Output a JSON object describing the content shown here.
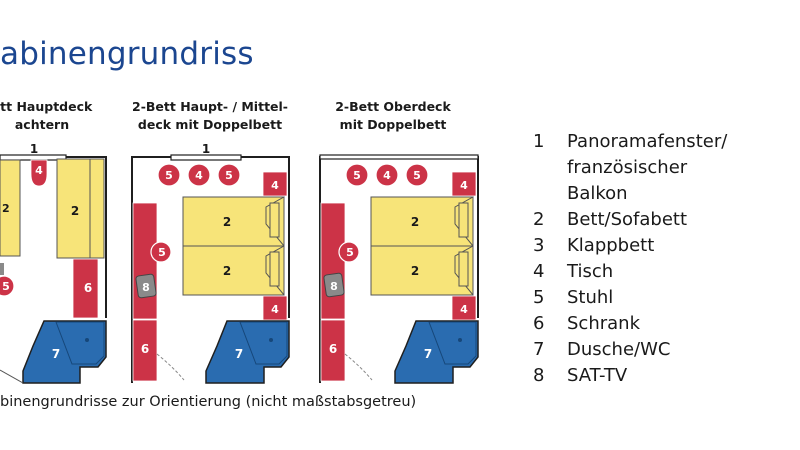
{
  "page_title": "abinengrundriss",
  "cabins": [
    {
      "title_lines": [
        "ett Hauptdeck",
        "achtern"
      ]
    },
    {
      "title_lines": [
        "2-Bett Haupt- / Mittel-",
        "deck mit Doppelbett"
      ]
    },
    {
      "title_lines": [
        "2-Bett Oberdeck",
        "mit Doppelbett"
      ]
    }
  ],
  "marker_labels": {
    "window": "1",
    "bed": "2",
    "table": "4",
    "chair": "5",
    "wardrobe": "6",
    "bathroom": "7",
    "tv": "8"
  },
  "legend": [
    {
      "number": "1",
      "text": "Panoramafenster/\nfranzösischer\nBalkon"
    },
    {
      "number": "2",
      "text": "Bett/Sofabett"
    },
    {
      "number": "3",
      "text": "Klappbett"
    },
    {
      "number": "4",
      "text": "Tisch"
    },
    {
      "number": "5",
      "text": "Stuhl"
    },
    {
      "number": "6",
      "text": "Schrank"
    },
    {
      "number": "7",
      "text": "Dusche/WC"
    },
    {
      "number": "8",
      "text": "SAT-TV"
    }
  ],
  "footnote": "binengrundrisse zur Orientierung (nicht maßstabsgetreu)",
  "colors": {
    "title": "#1b4690",
    "bed": "#f7e479",
    "furniture_red": "#cc3347",
    "bathroom": "#2a6cb0",
    "tv": "#8a8a8a",
    "wall": "#1f1f1f"
  }
}
